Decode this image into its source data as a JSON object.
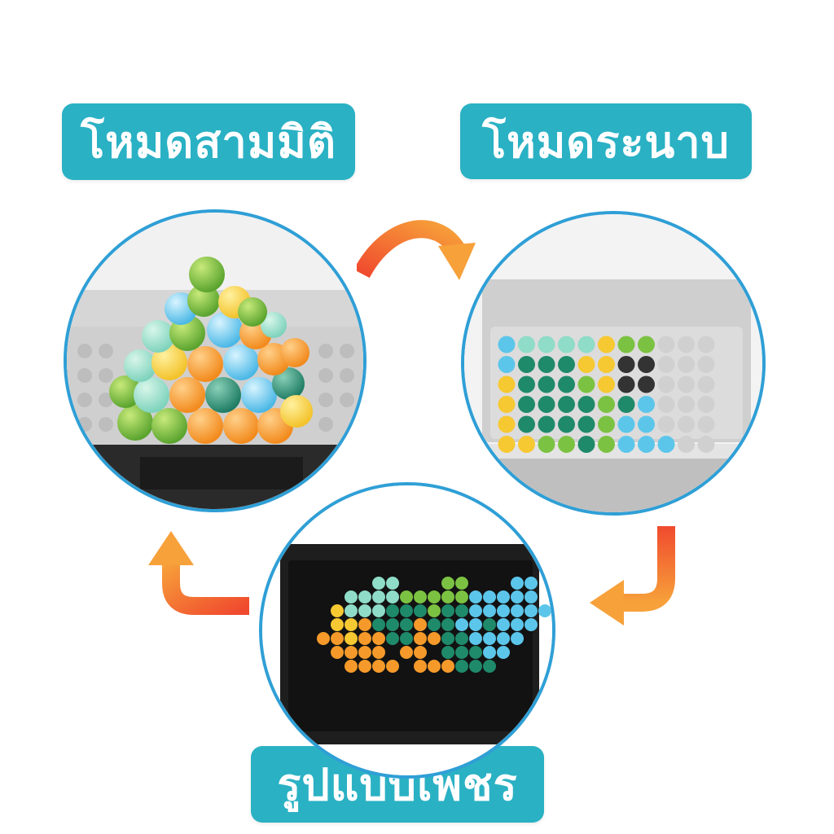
{
  "labels": {
    "mode_3d": "โหมดสามมิติ",
    "mode_2d": "โหมดระนาบ",
    "diamond": "รูปแบบเพชร"
  },
  "colors": {
    "label_bg": "#2ab1c4",
    "label_text": "#ffffff",
    "circle_border": "#2f9fd6",
    "arrow_start": "#f04a2e",
    "arrow_end": "#f7a13a"
  },
  "icons": [
    "curved-arrow-icon",
    "curved-arrow-icon",
    "curved-arrow-icon"
  ]
}
